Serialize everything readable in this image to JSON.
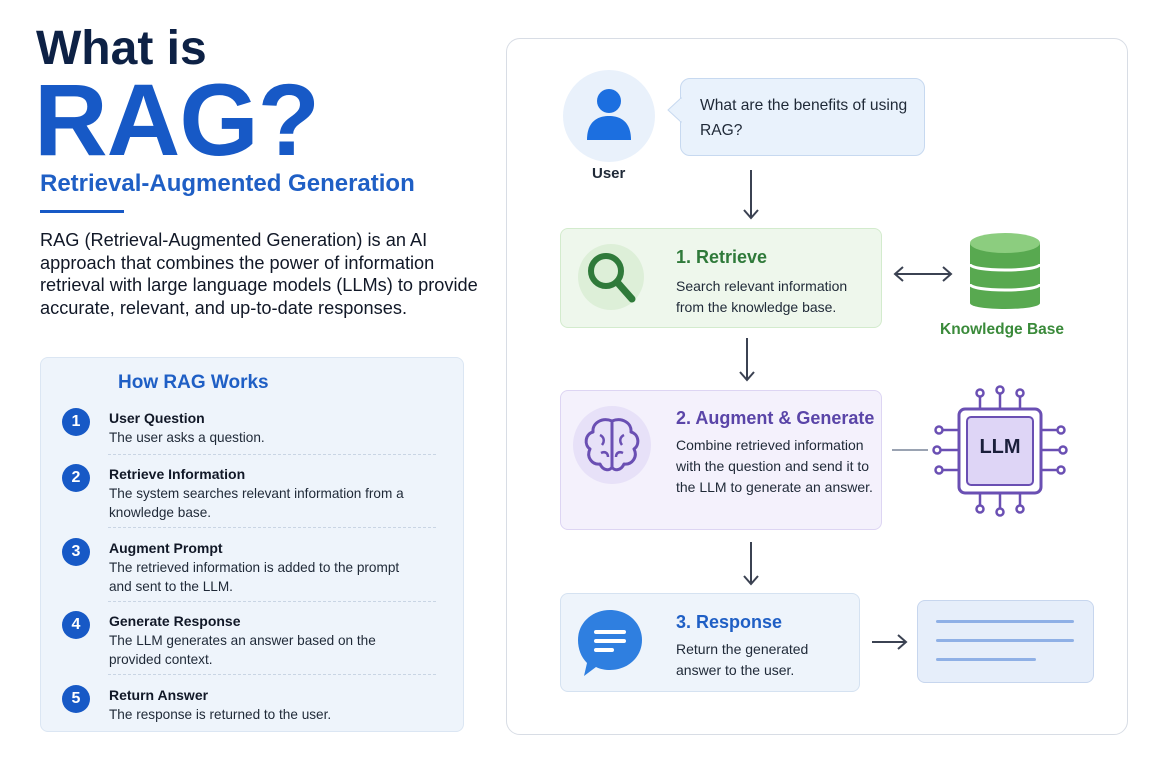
{
  "header": {
    "title_line1": "What is",
    "title_line2": "RAG?",
    "subtitle": "Retrieval-Augmented Generation",
    "intro": "RAG (Retrieval-Augmented Generation) is an AI approach that combines the power of information retrieval with large language models (LLMs) to provide accurate, relevant, and up-to-date responses."
  },
  "how_it_works": {
    "title": "How RAG Works",
    "steps": [
      {
        "number": "1",
        "title": "User Question",
        "description": "The user asks a question."
      },
      {
        "number": "2",
        "title": "Retrieve Information",
        "description": "The system searches relevant information from a knowledge base."
      },
      {
        "number": "3",
        "title": "Augment Prompt",
        "description": "The retrieved information is added to the prompt and sent to the LLM."
      },
      {
        "number": "4",
        "title": "Generate Response",
        "description": "The LLM generates an answer based on the provided context."
      },
      {
        "number": "5",
        "title": "Return Answer",
        "description": "The response is returned to the user."
      }
    ]
  },
  "flow": {
    "user": {
      "label": "User",
      "question": "What are the benefits of using RAG?",
      "icon": "user-icon"
    },
    "retrieve": {
      "title": "1. Retrieve",
      "description": "Search relevant information from the knowledge base.",
      "icon": "magnifier-icon"
    },
    "knowledge_base": {
      "label": "Knowledge Base",
      "icon": "database-icon"
    },
    "augment": {
      "title": "2. Augment & Generate",
      "description": "Combine retrieved information with the question and send it to the LLM to generate an answer.",
      "icon": "brain-icon"
    },
    "llm": {
      "label": "LLM",
      "icon": "chip-icon"
    },
    "response": {
      "title": "3. Response",
      "description": "Return the generated answer to the user.",
      "icon": "chat-bubble-icon"
    }
  },
  "colors": {
    "navy": "#0d2145",
    "blue": "#1759c6",
    "green": "#3a8a3a",
    "purple": "#6a4fb3",
    "light_blue_bg": "#eef4fb",
    "light_green_bg": "#eef7ec",
    "light_purple_bg": "#f4f1fc"
  }
}
